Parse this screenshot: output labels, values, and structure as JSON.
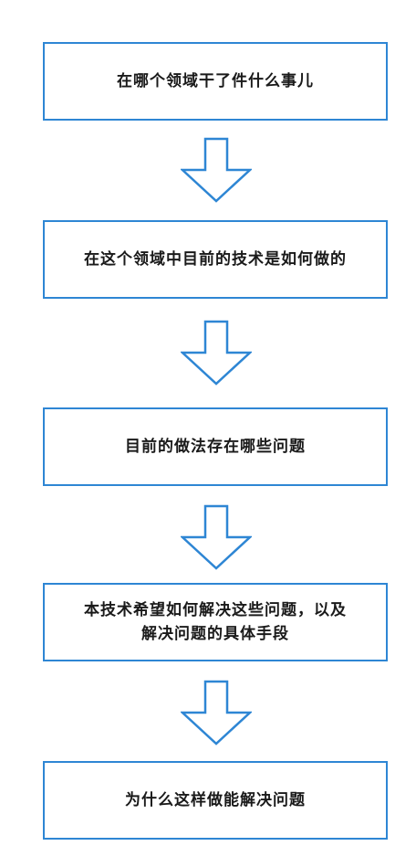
{
  "steps": [
    {
      "lines": [
        "在哪个领域干了件什么事儿"
      ]
    },
    {
      "lines": [
        "在这个领域中目前的技术是如何做的"
      ]
    },
    {
      "lines": [
        "目前的做法存在哪些问题"
      ]
    },
    {
      "lines": [
        "本技术希望如何解决这些问题，以及",
        "解决问题的具体手段"
      ]
    },
    {
      "lines": [
        "为什么这样做能解决问题"
      ]
    }
  ],
  "colors": {
    "border": "#2e86d4",
    "arrow": "#2e86d4",
    "text": "#1a1a1a"
  },
  "arrow_icon": "down-arrow-icon"
}
